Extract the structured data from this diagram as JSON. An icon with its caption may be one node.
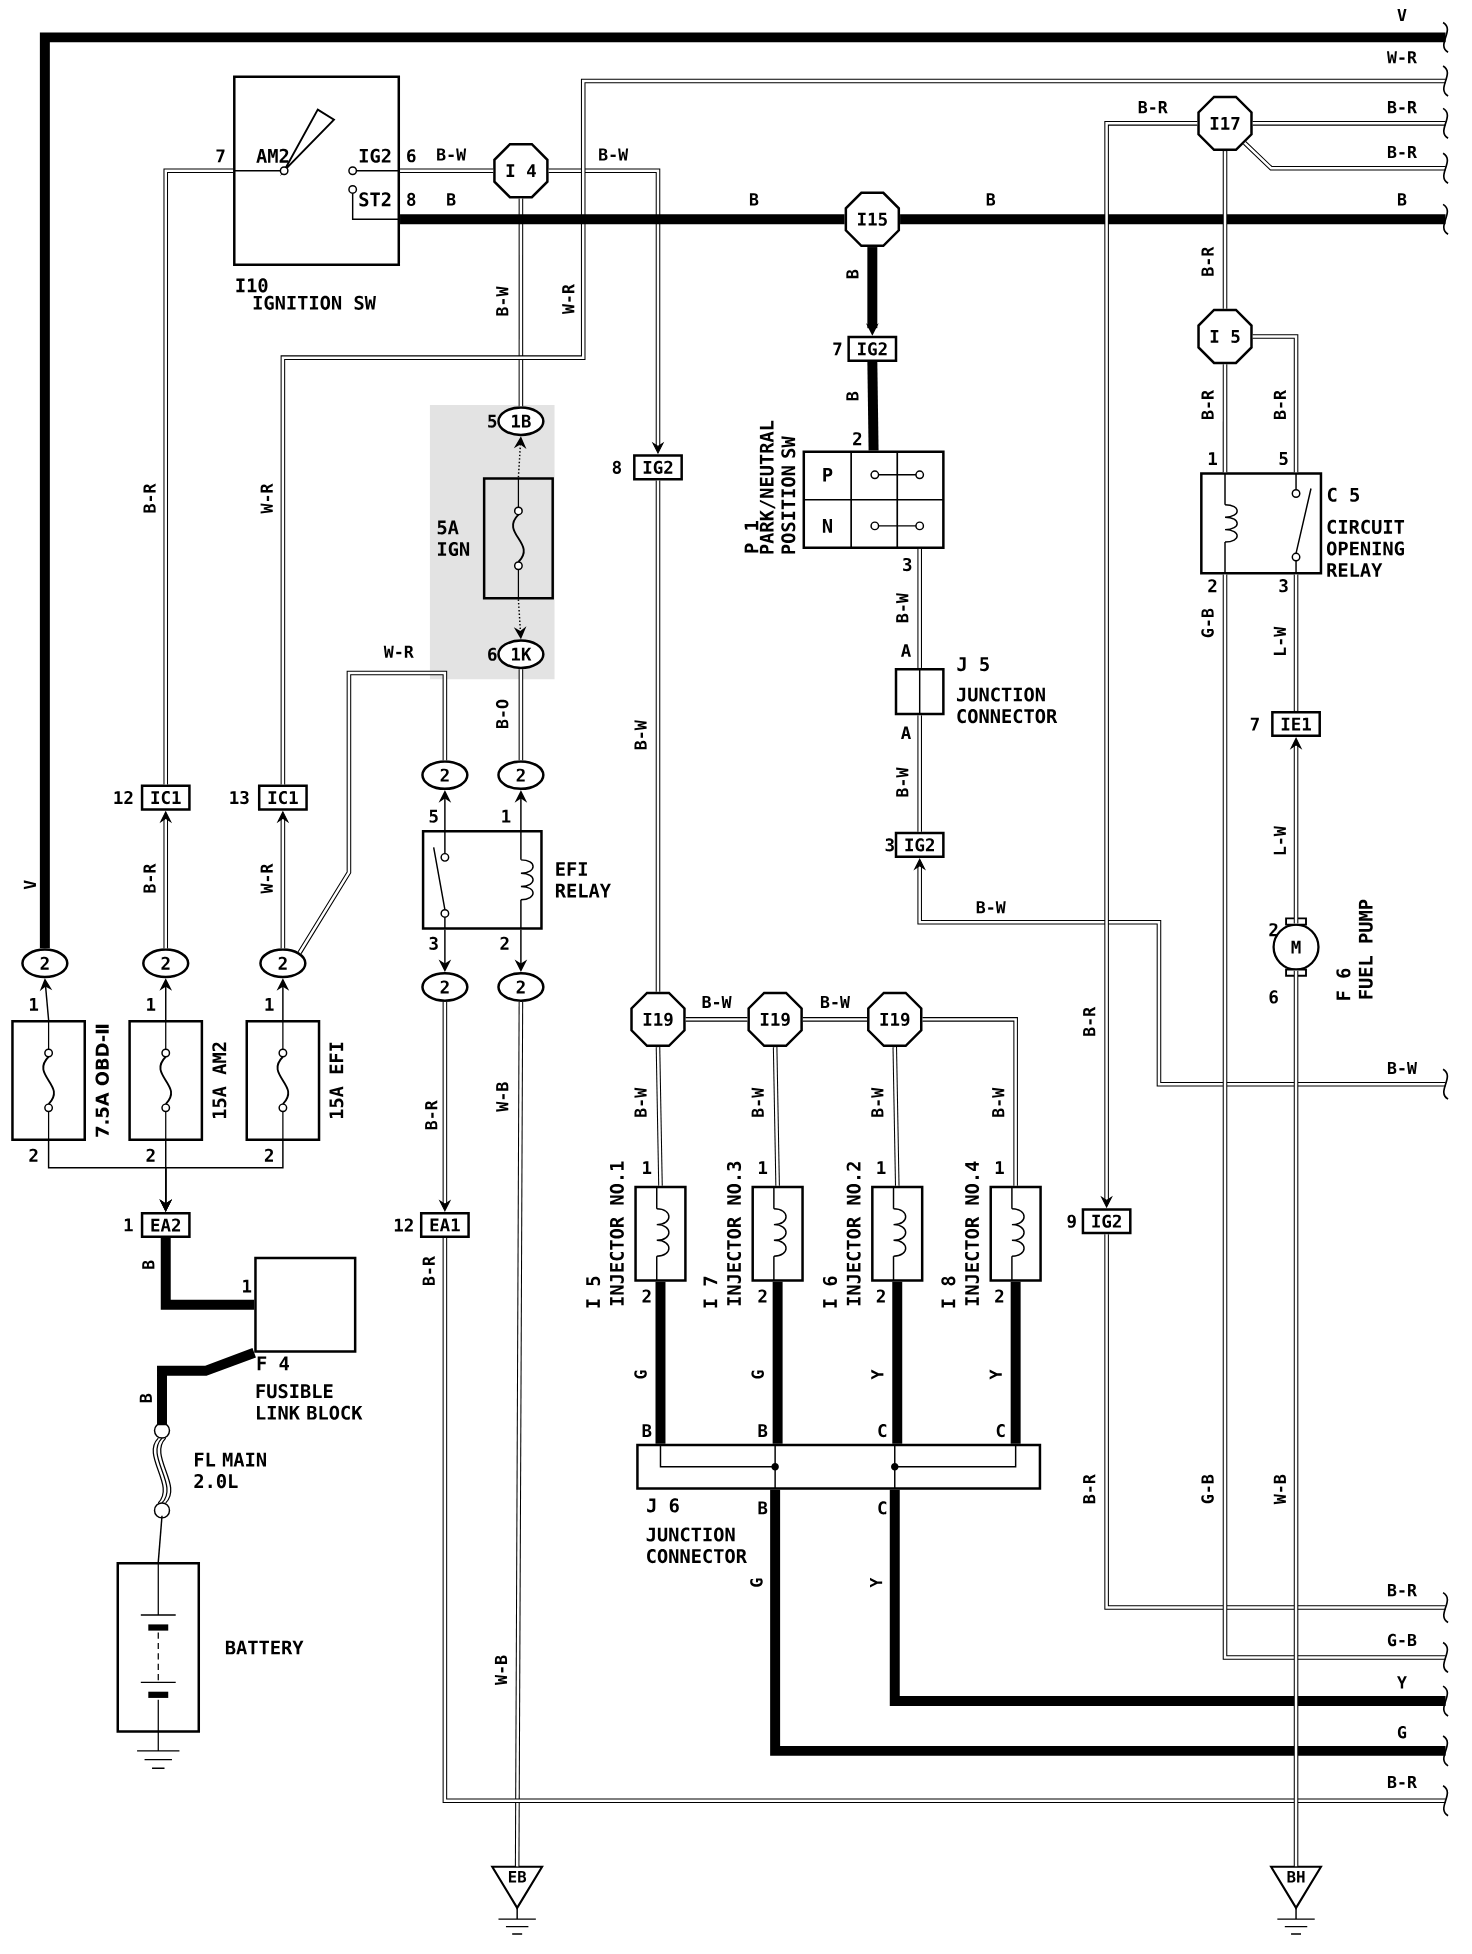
{
  "diagram": {
    "nodes": [
      {
        "text": [
          "AM2",
          "IG2",
          "ST2",
          "I10",
          "IGNITION SW"
        ]
      },
      {
        "text": [
          "I 4"
        ]
      },
      {
        "text": [
          "I15"
        ]
      },
      {
        "text": [
          "I17"
        ]
      },
      {
        "text": [
          "I 5"
        ]
      },
      {
        "text": [
          "1B"
        ]
      },
      {
        "text": [
          "5A IGN"
        ]
      },
      {
        "text": [
          "1K"
        ]
      },
      {
        "text": [
          "IG2"
        ]
      },
      {
        "text": [
          "IG2"
        ]
      },
      {
        "text": [
          "P",
          "N",
          "P 1",
          "PARK/NEUTRAL POSITION SW"
        ]
      },
      {
        "text": [
          "J 5",
          "JUNCTION CONNECTOR"
        ]
      },
      {
        "text": [
          "IG2"
        ]
      },
      {
        "text": [
          "C 5",
          "CIRCUIT OPENING RELAY"
        ]
      },
      {
        "text": [
          "IE1"
        ]
      },
      {
        "text": [
          "M",
          "F 6",
          "FUEL PUMP"
        ]
      },
      {
        "text": [
          "IC1"
        ]
      },
      {
        "text": [
          "IC1"
        ]
      },
      {
        "text": [
          "2"
        ]
      },
      {
        "text": [
          "2"
        ]
      },
      {
        "text": [
          "2"
        ]
      },
      {
        "text": [
          "7.5A OBD-Ⅱ"
        ]
      },
      {
        "text": [
          "15A AM2"
        ]
      },
      {
        "text": [
          "15A EFI"
        ]
      },
      {
        "text": [
          "EA2"
        ]
      },
      {
        "text": [
          "F 4",
          "FUSIBLE LINK BLOCK"
        ]
      },
      {
        "text": [
          "FL MAIN 2.0L"
        ]
      },
      {
        "text": [
          "BATTERY"
        ]
      },
      {
        "text": [
          "2"
        ]
      },
      {
        "text": [
          "2"
        ]
      },
      {
        "text": [
          "EFI RELAY"
        ]
      },
      {
        "text": [
          "2"
        ]
      },
      {
        "text": [
          "2"
        ]
      },
      {
        "text": [
          "EA1"
        ]
      },
      {
        "text": [
          "EB"
        ]
      },
      {
        "text": [
          "I19"
        ]
      },
      {
        "text": [
          "I19"
        ]
      },
      {
        "text": [
          "I19"
        ]
      },
      {
        "text": [
          "I 5",
          "INJECTOR NO.1"
        ]
      },
      {
        "text": [
          "I 7",
          "INJECTOR NO.3"
        ]
      },
      {
        "text": [
          "I 6",
          "INJECTOR NO.2"
        ]
      },
      {
        "text": [
          "I 8",
          "INJECTOR NO.4"
        ]
      },
      {
        "text": [
          "J 6",
          "JUNCTION CONNECTOR"
        ]
      },
      {
        "text": [
          "IG2"
        ]
      },
      {
        "text": [
          "BH"
        ]
      }
    ],
    "edges": [
      {
        "from": 0,
        "to": 1,
        "arrow": "none",
        "label": "B-W"
      },
      {
        "from": 1,
        "to": 8,
        "arrow": "to",
        "label": "B-W"
      },
      {
        "from": 1,
        "to": 5,
        "arrow": "none",
        "label": "B-W"
      },
      {
        "from": 6,
        "to": 5,
        "arrow": "to",
        "style": "dashed"
      },
      {
        "from": 6,
        "to": 7,
        "arrow": "to",
        "style": "dashed"
      },
      {
        "from": 7,
        "to": 29,
        "arrow": "none",
        "label": "B-O"
      },
      {
        "from": 30,
        "to": 29,
        "arrow": "to"
      },
      {
        "from": 30,
        "to": 28,
        "arrow": "to"
      },
      {
        "from": 30,
        "to": 31,
        "arrow": "to"
      },
      {
        "from": 30,
        "to": 32,
        "arrow": "to"
      },
      {
        "from": 31,
        "to": 33,
        "arrow": "to",
        "label": "B-R"
      },
      {
        "from": 32,
        "to": 34,
        "arrow": "none",
        "label": "W-B"
      },
      {
        "from": 0,
        "to": 16,
        "arrow": "none",
        "label": "B-R"
      },
      {
        "from": 19,
        "to": 16,
        "arrow": "to",
        "label": "B-R"
      },
      {
        "from": 21,
        "to": 18,
        "arrow": "to"
      },
      {
        "from": 22,
        "to": 19,
        "arrow": "to"
      },
      {
        "from": 23,
        "to": 20,
        "arrow": "to"
      },
      {
        "from": 20,
        "to": 17,
        "arrow": "to",
        "label": "W-R"
      },
      {
        "from": 17,
        "to": null,
        "arrow": "none",
        "label": "W-R"
      },
      {
        "from": 20,
        "to": 28,
        "arrow": "none",
        "label": "W-R"
      },
      {
        "from": 21,
        "to": 24,
        "arrow": "to"
      },
      {
        "from": 22,
        "to": 24,
        "arrow": "to"
      },
      {
        "from": 23,
        "to": 24,
        "arrow": "to"
      },
      {
        "from": 24,
        "to": 25,
        "arrow": "none",
        "style": "thick",
        "label": "B"
      },
      {
        "from": 25,
        "to": 26,
        "arrow": "none",
        "style": "thick",
        "label": "B"
      },
      {
        "from": 26,
        "to": 27,
        "arrow": "none"
      },
      {
        "from": 0,
        "to": 2,
        "arrow": "none",
        "style": "thick",
        "label": "B"
      },
      {
        "from": 2,
        "to": null,
        "arrow": "none",
        "style": "thick",
        "label": "B"
      },
      {
        "from": 2,
        "to": 9,
        "arrow": "to",
        "style": "thick",
        "label": "B"
      },
      {
        "from": 9,
        "to": 10,
        "arrow": "none",
        "style": "thick",
        "label": "B"
      },
      {
        "from": 10,
        "to": 11,
        "arrow": "none",
        "label": "B-W"
      },
      {
        "from": 11,
        "to": 12,
        "arrow": "none",
        "label": "B-W"
      },
      {
        "from": null,
        "to": 12,
        "arrow": "to",
        "label": "B-W"
      },
      {
        "from": 8,
        "to": 35,
        "arrow": "none",
        "label": "B-W"
      },
      {
        "from": 35,
        "to": 36,
        "arrow": "none",
        "label": "B-W"
      },
      {
        "from": 36,
        "to": 37,
        "arrow": "none",
        "label": "B-W"
      },
      {
        "from": 37,
        "to": 41,
        "arrow": "none",
        "label": "B-W"
      },
      {
        "from": 35,
        "to": 38,
        "arrow": "none",
        "label": "B-W"
      },
      {
        "from": 36,
        "to": 39,
        "arrow": "none",
        "label": "B-W"
      },
      {
        "from": 37,
        "to": 40,
        "arrow": "none",
        "label": "B-W"
      },
      {
        "from": 38,
        "to": 42,
        "arrow": "none",
        "style": "thick",
        "label": "G"
      },
      {
        "from": 39,
        "to": 42,
        "arrow": "none",
        "style": "thick",
        "label": "G"
      },
      {
        "from": 40,
        "to": 42,
        "arrow": "none",
        "style": "thick",
        "label": "Y"
      },
      {
        "from": 41,
        "to": 42,
        "arrow": "none",
        "style": "thick",
        "label": "Y"
      },
      {
        "from": 42,
        "to": null,
        "arrow": "none",
        "style": "thick",
        "label": "G"
      },
      {
        "from": 42,
        "to": null,
        "arrow": "none",
        "style": "thick",
        "label": "Y"
      },
      {
        "from": 33,
        "to": null,
        "arrow": "none",
        "label": "B-R"
      },
      {
        "from": 3,
        "to": 43,
        "arrow": "to",
        "label": "B-R"
      },
      {
        "from": 43,
        "to": null,
        "arrow": "none",
        "label": "B-R"
      },
      {
        "from": 3,
        "to": null,
        "arrow": "none",
        "label": "B-R"
      },
      {
        "from": 3,
        "to": null,
        "arrow": "none",
        "label": "B-R"
      },
      {
        "from": 3,
        "to": 4,
        "arrow": "none",
        "label": "B-R"
      },
      {
        "from": 4,
        "to": 13,
        "arrow": "none",
        "label": "B-R"
      },
      {
        "from": 4,
        "to": 13,
        "arrow": "none",
        "label": "B-R"
      },
      {
        "from": 13,
        "to": null,
        "arrow": "none",
        "label": "G-B"
      },
      {
        "from": 13,
        "to": 14,
        "arrow": "none",
        "label": "L-W"
      },
      {
        "from": 15,
        "to": 14,
        "arrow": "to",
        "label": "L-W"
      },
      {
        "from": 15,
        "to": 44,
        "arrow": "none",
        "label": "W-B"
      },
      {
        "from": 18,
        "to": null,
        "arrow": "none",
        "style": "thick",
        "label": "V"
      }
    ],
    "labels": [
      "V",
      "W-R",
      "7",
      "6",
      "8",
      "B",
      "B",
      "W-R",
      "7",
      "5",
      "2",
      "8",
      "1",
      "5",
      "3",
      "2",
      "3",
      "6",
      "A",
      "7",
      "A",
      "12",
      "13",
      "5",
      "1",
      "3",
      "3",
      "2",
      "2",
      "1",
      "1",
      "1",
      "6",
      "B-R",
      "B-W",
      "2",
      "2",
      "2",
      "1",
      "1",
      "1",
      "1",
      "1",
      "12",
      "9",
      "1",
      "2",
      "2",
      "2",
      "2",
      "B",
      "B",
      "C",
      "C",
      "G-B",
      "B",
      "C",
      "B-R",
      "G-B",
      "W-B",
      "Y",
      "G",
      "B-R"
    ]
  }
}
